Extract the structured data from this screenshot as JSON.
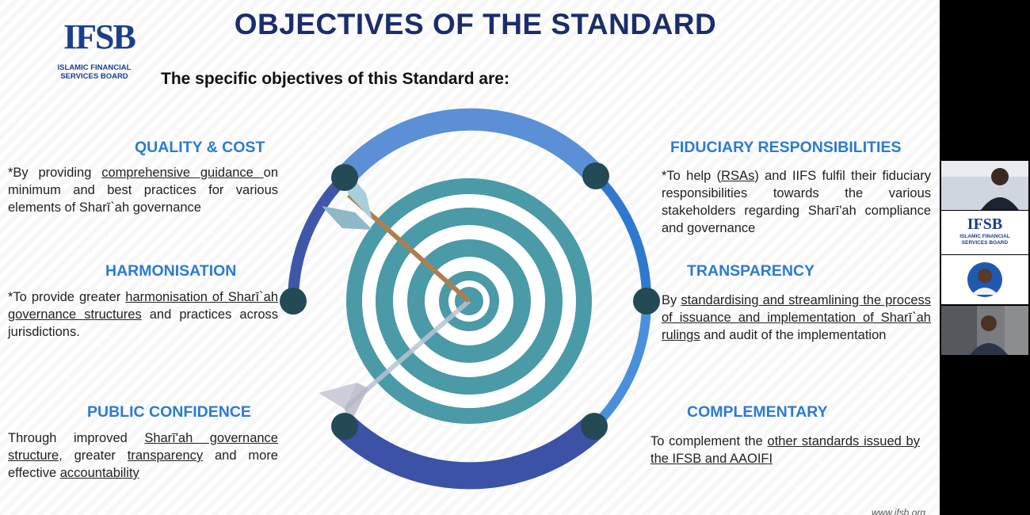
{
  "slide": {
    "title": "OBJECTIVES OF THE STANDARD",
    "subtitle": "The specific objectives of this Standard are:",
    "logo": {
      "mark": "IFSB",
      "line1": "ISLAMIC FINANCIAL",
      "line2": "SERVICES BOARD"
    },
    "footer_url": "www.ifsb.org",
    "colors": {
      "title": "#1b2d6b",
      "heading": "#2c7bd0",
      "ring_teal": "#4a9aa8",
      "arc_blue": "#2f6fc4",
      "arc_dark": "#3b4fa0",
      "node": "#244a56"
    }
  },
  "objectives": {
    "quality": {
      "heading": "QUALITY & COST",
      "t1": "*By providing ",
      "u1": "comprehensive guidance ",
      "t2": "on minimum and best practices for various elements of Sharī`ah governance"
    },
    "harmonisation": {
      "heading": "HARMONISATION",
      "t1": "*To provide greater ",
      "u1": "harmonisation of Sharī`ah governance structures",
      "t2": " and practices across jurisdictions."
    },
    "public_confidence": {
      "heading": "PUBLIC CONFIDENCE",
      "t1": "Through improved ",
      "u1": "Sharī'ah governance structure",
      "t2": ", greater ",
      "u2": "transparency",
      "t3": " and more effective ",
      "u3": "accountability"
    },
    "fiduciary": {
      "heading": "FIDUCIARY RESPONSIBILITIES",
      "t1": "*To help (",
      "u1": "RSAs",
      "t2": ") and IIFS fulfil their fiduciary responsibilities towards the various stakeholders regarding Sharī'ah compliance and governance"
    },
    "transparency": {
      "heading": "TRANSPARENCY",
      "t1": "By ",
      "u1": "standardising and streamlining the process of issuance and implementation of Sharī`ah rulings",
      "t2": " and audit of the implementation"
    },
    "complementary": {
      "heading": "COMPLEMENTARY",
      "t1": "To complement the ",
      "u1": "other standards issued by the IFSB and AAOIFI"
    }
  },
  "participants": {
    "tile_logo": {
      "mark": "IFSB",
      "line1": "ISLAMIC FINANCIAL",
      "line2": "SERVICES BOARD"
    }
  }
}
